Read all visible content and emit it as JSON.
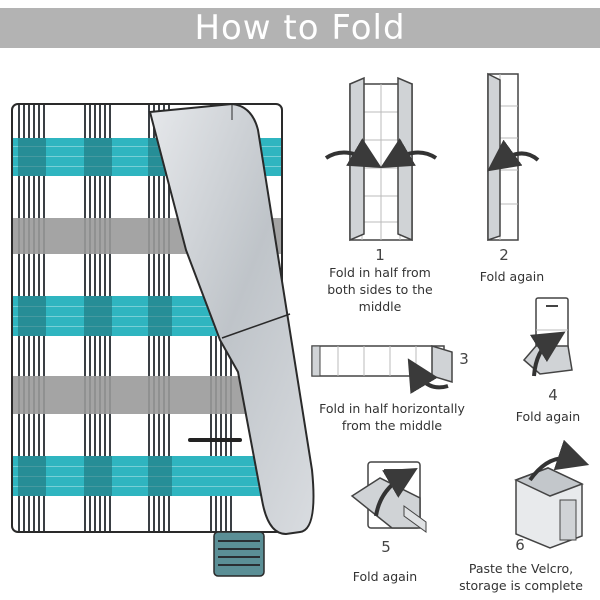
{
  "title": "How to Fold",
  "steps": [
    {
      "number": "1",
      "caption": "Fold in half from\nboth sides to the\nmiddle"
    },
    {
      "number": "2",
      "caption": "Fold again"
    },
    {
      "number": "3",
      "caption": "Fold in half horizontally\nfrom the middle"
    },
    {
      "number": "4",
      "caption": "Fold again"
    },
    {
      "number": "5",
      "caption": "Fold again"
    },
    {
      "number": "6",
      "caption": "Paste the Velcro,\nstorage is complete"
    }
  ],
  "colors": {
    "banner": "#b3b3b3",
    "teal": "#2fb5c0",
    "dark_stripe": "#3a3f44",
    "gray_band": "#9a9a9a",
    "silver": "#c9cdd2"
  }
}
